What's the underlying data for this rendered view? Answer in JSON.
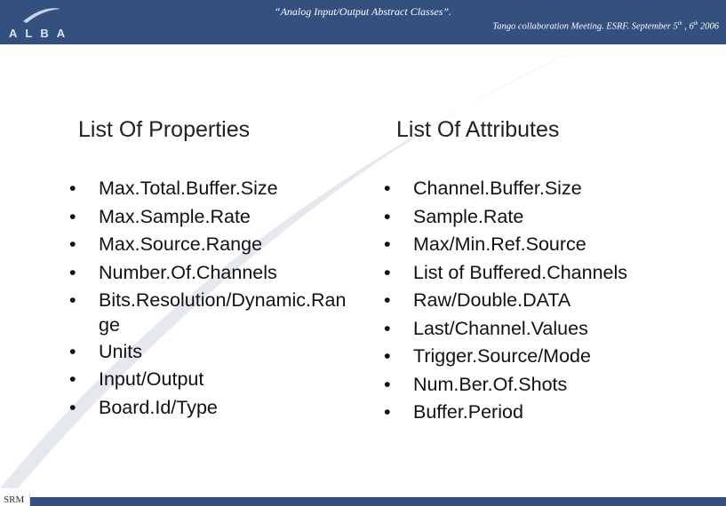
{
  "header": {
    "logo_text": "ALBA",
    "title": "“Analog Input/Output Abstract Classes”.",
    "subtitle_pre": "Tango collaboration Meeting.  ESRF.  September 5",
    "sup1": "th",
    "subtitle_mid": " , 6",
    "sup2": "th",
    "subtitle_post": "  2006"
  },
  "properties": {
    "title": "List Of Properties",
    "items": [
      "Max.Total.Buffer.Size",
      "Max.Sample.Rate",
      "Max.Source.Range",
      "Number.Of.Channels",
      "Bits.Resolution/Dynamic.Ran",
      "Units",
      "Input/Output",
      "Board.Id/Type"
    ],
    "item5_wrap": "ge"
  },
  "attributes": {
    "title": "List Of Attributes",
    "items": [
      "Channel.Buffer.Size",
      "Sample.Rate",
      "Max/Min.Ref.Source",
      "List of Buffered.Channels",
      "Raw/Double.DATA",
      "Last/Channel.Values",
      "Trigger.Source/Mode",
      "Num.Ber.Of.Shots",
      "Buffer.Period"
    ]
  },
  "footer": {
    "label": "SRM"
  },
  "colors": {
    "header_bg": "#33507f",
    "watermark": "#e6e8ef"
  }
}
